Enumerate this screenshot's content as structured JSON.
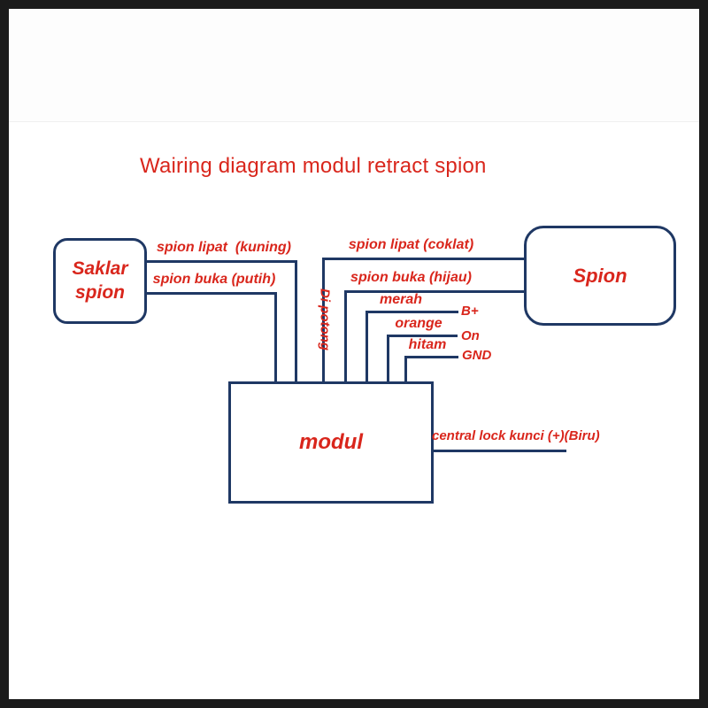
{
  "title": "Wairing diagram modul retract spion",
  "colors": {
    "frame_border": "#1b1b1b",
    "wire_navy": "#1f3864",
    "label_red": "#d9261c",
    "background": "#ffffff"
  },
  "diagram": {
    "boxes": {
      "saklar": {
        "label": "Saklar\nspion"
      },
      "spion": {
        "label": "Spion"
      },
      "modul": {
        "label": "modul"
      }
    },
    "wire_labels": {
      "kuning": "spion lipat  (kuning)",
      "putih": "spion buka (putih)",
      "coklat": "spion lipat (coklat)",
      "hijau": "spion buka (hijau)",
      "merah": "merah",
      "b_plus": "B+",
      "orange": "orange",
      "on": "On",
      "hitam": "hitam",
      "gnd": "GND",
      "central_lock": "central lock kunci (+)(Biru)",
      "di_potong": "Di potong"
    },
    "connections": [
      {
        "from": "Saklar spion",
        "to": "modul",
        "label": "spion lipat  (kuning)"
      },
      {
        "from": "Saklar spion",
        "to": "modul",
        "label": "spion buka (putih)"
      },
      {
        "from": "Spion",
        "to": "modul",
        "label": "spion lipat (coklat)"
      },
      {
        "from": "Spion",
        "to": "modul",
        "label": "spion buka (hijau)"
      },
      {
        "from": "B+",
        "to": "modul",
        "label": "merah"
      },
      {
        "from": "On",
        "to": "modul",
        "label": "orange"
      },
      {
        "from": "GND",
        "to": "modul",
        "label": "hitam"
      },
      {
        "from": "modul",
        "to": "central lock kunci (+)(Biru)",
        "label": "central lock kunci (+)(Biru)"
      }
    ]
  }
}
